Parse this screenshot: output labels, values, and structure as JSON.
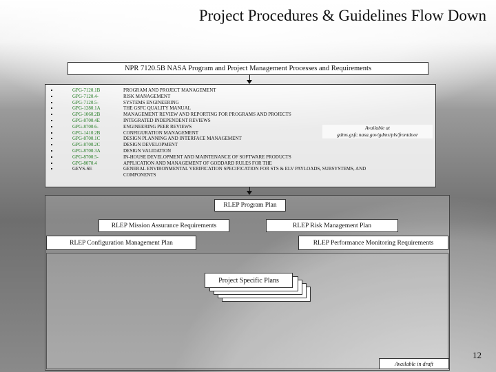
{
  "title": "Project Procedures & Guidelines Flow Down",
  "npr_box": "NPR 7120.5B NASA Program and Project Management Processes and Requirements",
  "documents": [
    {
      "num": "GPG-7120.1B",
      "desc": "PROGRAM AND PROJECT MANAGEMENT",
      "plain": false
    },
    {
      "num": "GPG-7120.4-",
      "desc": "RISK MANAGEMENT",
      "plain": false
    },
    {
      "num": "GPG-7120.5-",
      "desc": "SYSTEMS ENGINEERING",
      "plain": false
    },
    {
      "num": "GPG-1280.1A",
      "desc": "THE GSFC QUALITY MANUAL",
      "plain": false
    },
    {
      "num": "GPG-1060.2B",
      "desc": "MANAGEMENT REVIEW AND REPORTING FOR PROGRAMS AND PROJECTS",
      "plain": false
    },
    {
      "num": "GPG-8700.4E",
      "desc": "INTEGRATED INDEPENDENT REVIEWS",
      "plain": false
    },
    {
      "num": "GPG-8700.6-",
      "desc": "ENGINEERING PEER REVIEWS",
      "plain": false
    },
    {
      "num": "GPG-1410.2B",
      "desc": "CONFIGURATION MANAGEMENT",
      "plain": false
    },
    {
      "num": "GPG-8700.1C",
      "desc": "DESIGN PLANNING AND INTERFACE MANAGEMENT",
      "plain": false
    },
    {
      "num": "GPG-8700.2C",
      "desc": "DESIGN DEVELOPMENT",
      "plain": false
    },
    {
      "num": "GPG-8700.3A",
      "desc": "DESIGN VALIDATION",
      "plain": false
    },
    {
      "num": "GPG-8700.5-",
      "desc": "IN-HOUSE DEVELOPMENT AND MAINTENANCE OF SOFTWARE PRODUCTS",
      "plain": false
    },
    {
      "num": "GPG-8070.4",
      "desc": "APPLICATION AND MANAGEMENT OF GODDARD RULES FOR THE",
      "plain": false
    },
    {
      "num": "GEVS-SE",
      "desc": "GENERAL ENVIRONMENTAL VERIFICATION SPECIFICATION FOR STS & ELV PAYLOADS, SUBSYSTEMS, AND",
      "plain": true
    }
  ],
  "documents_continuation": "COMPONENTS",
  "available_at_label": "Available at",
  "available_at_url": "gdms.gsfc.nasa.gov/gdms/pls/frontdoor",
  "program_plan": "RLEP Program Plan",
  "mission_assurance": "RLEP Mission Assurance Requirements",
  "risk_management": "RLEP Risk Management Plan",
  "config_management": "RLEP Configuration Management Plan",
  "performance_monitoring": "RLEP Performance Monitoring Requirements",
  "project_plans": "Project Specific Plans",
  "draft_note": "Available in draft",
  "page_number": "12"
}
